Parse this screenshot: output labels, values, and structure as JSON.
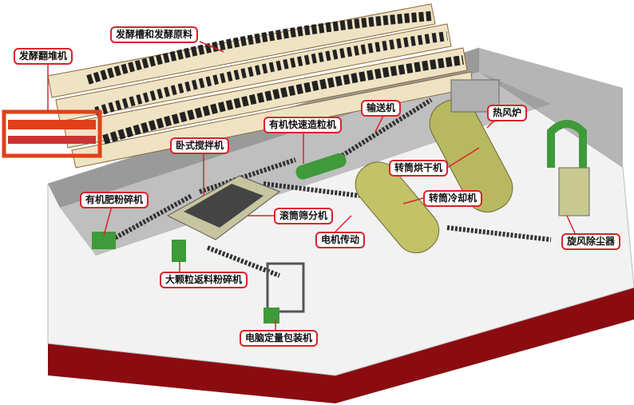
{
  "title": "有机肥生产线示意图",
  "labels": {
    "ferment_trough": "发酵槽和发酵原料",
    "turner": "发酵翻堆机",
    "conveyor": "输送机",
    "hot_air_furnace": "热风炉",
    "granulator": "有机快速造粒机",
    "mixer": "卧式搅拌机",
    "dryer": "转筒烘干机",
    "cooler": "转筒冷却机",
    "crusher": "有机肥粉碎机",
    "screener": "滚筒筛分机",
    "motor_drive": "电机传动",
    "cyclone": "旋风除尘器",
    "return_crusher": "大颗粒返料粉碎机",
    "packer": "电脑定量包装机"
  },
  "colors": {
    "label_border": "#d8232a",
    "machine_green": "#3f9a3a",
    "drum_olive": "#b8b860",
    "base_red": "#8b0c10"
  }
}
